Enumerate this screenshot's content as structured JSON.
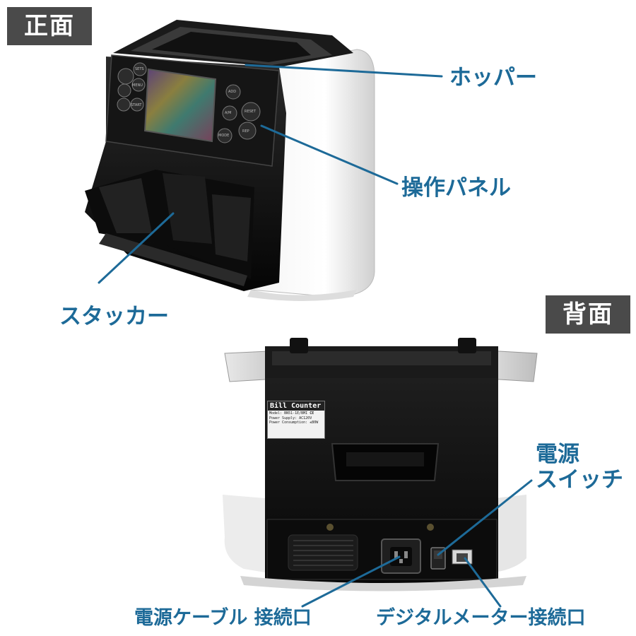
{
  "badges": {
    "front": "正面",
    "back": "背面"
  },
  "callouts": {
    "hopper": "ホッパー",
    "panel": "操作パネル",
    "stacker": "スタッカー",
    "power_switch_line1": "電源",
    "power_switch_line2": "スイッチ",
    "cable": "電源ケーブル 接続口",
    "meter": "デジタルメーター接続口"
  },
  "machine_front": {
    "buttons": [
      "SETS",
      "ADD",
      "A/M",
      "MODE",
      "RESET",
      "MENU",
      "START",
      "REP"
    ]
  },
  "machine_back": {
    "label_title": "Bill Counter",
    "label_model": "Model: BN51-1E/BMI",
    "label_ce": "CE",
    "label_supply": "Power Supply: AC120V",
    "label_consumption": "Power Consumption: ≤80W"
  },
  "colors": {
    "accent": "#1d6a98",
    "badge_bg": "#4a4a4a"
  }
}
